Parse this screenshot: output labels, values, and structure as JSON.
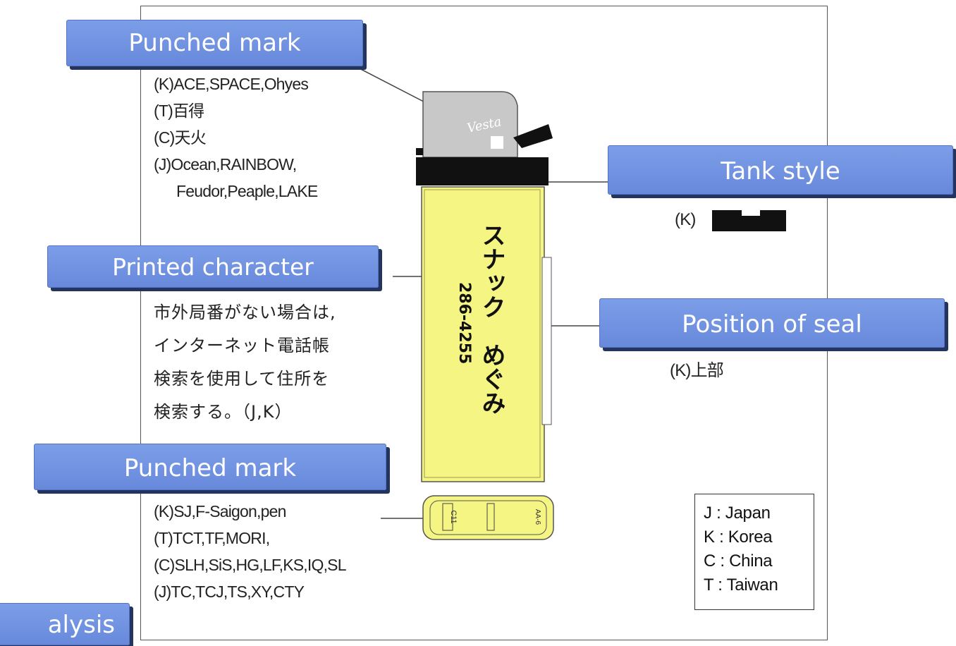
{
  "labels": {
    "punched_mark_top": "Punched mark",
    "tank_style": "Tank style",
    "printed_character": "Printed character",
    "position_of_seal": "Position of seal",
    "punched_mark_bottom": "Punched mark",
    "analysis_partial": "alysis"
  },
  "punched_mark_top_lines": [
    "(K)ACE,SPACE,Ohyes",
    "(T)百得",
    "(C)天火",
    "(J)Ocean,RAINBOW,",
    "Feudor,Peaple,LAKE"
  ],
  "tank_style_text": "(K)",
  "printed_character_lines": [
    "市外局番がない場合は,",
    "インターネット電話帳",
    "検索を使用して住所を",
    "検索する。（J,K）"
  ],
  "position_of_seal_text": "(K)上部",
  "punched_mark_bottom_lines": [
    "(K)SJ,F-Saigon,pen",
    "(T)TCT,TF,MORI,",
    "(C)SLH,SiS,HG,LF,KS,IQ,SL",
    "(J)TC,TCJ,TS,XY,CTY"
  ],
  "lighter": {
    "brand_text": "Vesta",
    "shop_name": "スナック　めぐみ",
    "phone": "286-4255",
    "base_code_left": "C11",
    "base_code_right": "AA-6",
    "body_color": "#f5f584",
    "cap_color": "#c8c8c8"
  },
  "legend": [
    "J : Japan",
    "K : Korea",
    "C : China",
    "T : Taiwan"
  ]
}
